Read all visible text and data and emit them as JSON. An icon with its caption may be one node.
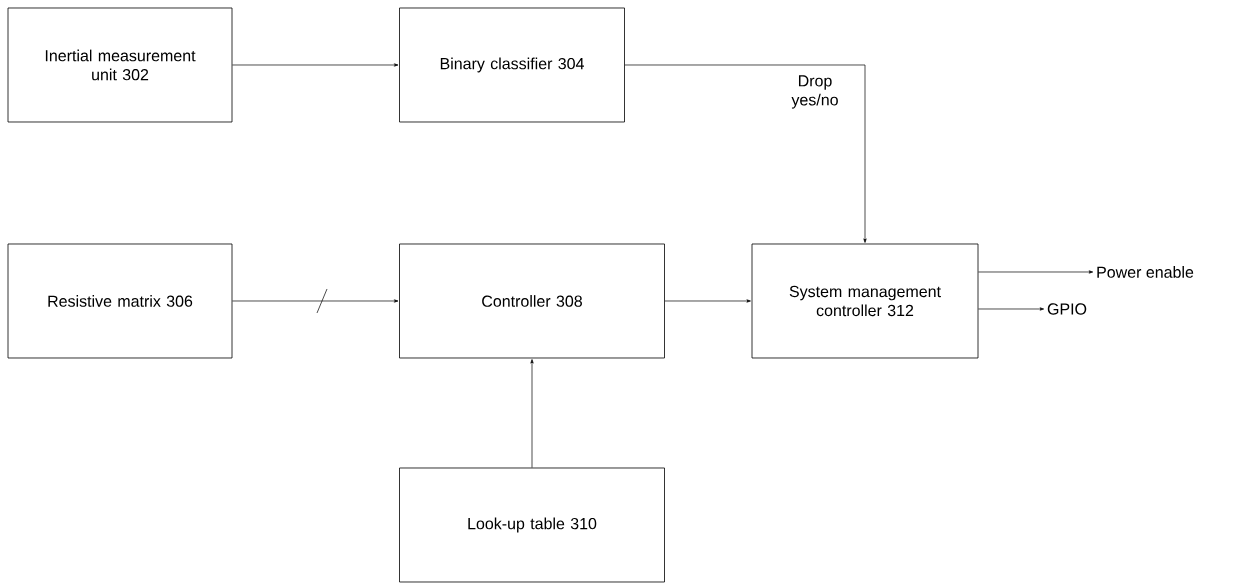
{
  "diagram": {
    "nodes": [
      {
        "text": [
          "Inertial measurement unit 302"
        ]
      },
      {
        "text": [
          "Binary classifier 304"
        ]
      },
      {
        "text": [
          "Resistive matrix 306"
        ]
      },
      {
        "text": [
          "Controller 308"
        ]
      },
      {
        "text": [
          "System management controller 312"
        ]
      },
      {
        "text": [
          "Look-up table 310"
        ]
      },
      {
        "text": [
          "Power enable"
        ]
      },
      {
        "text": [
          "GPIO"
        ]
      }
    ],
    "edges": [
      {
        "from": 0,
        "to": 1,
        "arrow": "to"
      },
      {
        "from": 1,
        "to": 4,
        "arrow": "to",
        "label": "Drop yes/no"
      },
      {
        "from": 2,
        "to": 3,
        "arrow": "to"
      },
      {
        "from": 5,
        "to": 3,
        "arrow": "to"
      },
      {
        "from": 3,
        "to": 4,
        "arrow": "to"
      },
      {
        "from": 4,
        "to": 6,
        "arrow": "to"
      },
      {
        "from": 4,
        "to": 7,
        "arrow": "to"
      }
    ]
  }
}
